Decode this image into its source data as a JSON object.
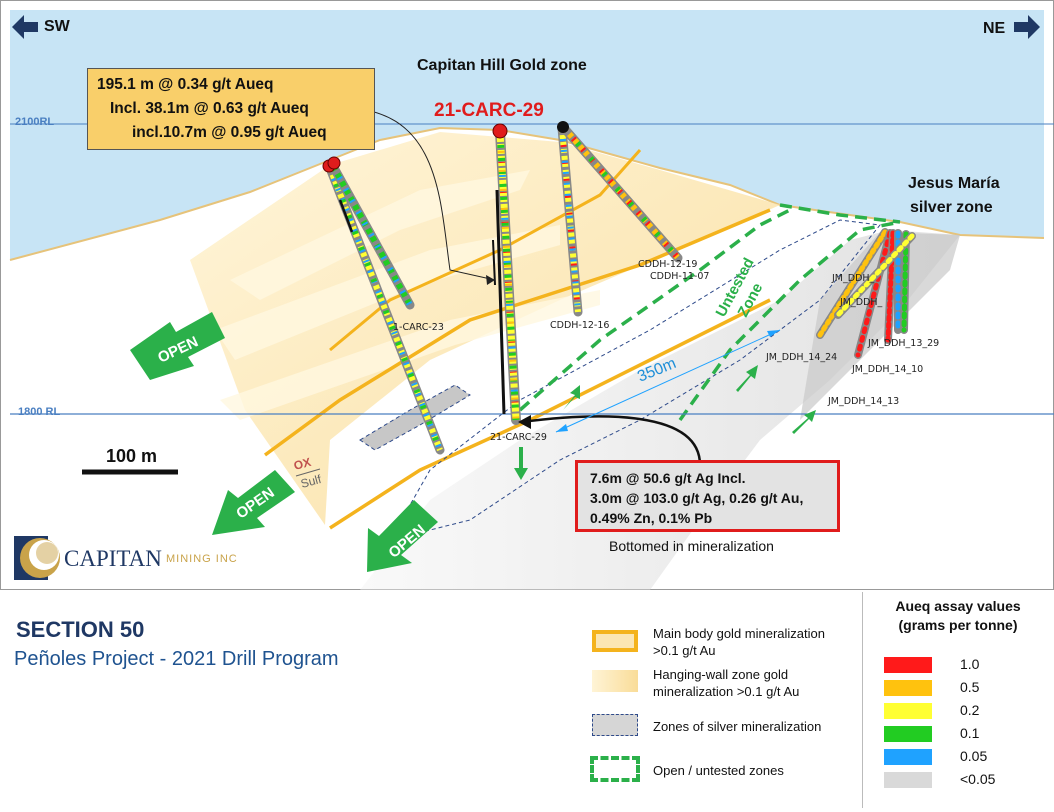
{
  "directions": {
    "left": "SW",
    "right": "NE"
  },
  "levels": {
    "upper": "2100RL",
    "lower": "1800 RL"
  },
  "zone_titles": {
    "gold": "Capitan Hill Gold zone",
    "silver_line1": "Jesus María",
    "silver_line2": "silver zone"
  },
  "highlight_hole": "21-CARC-29",
  "callout_gold": {
    "line1": "195.1 m @ 0.34 g/t Aueq",
    "line2": "Incl. 38.1m @ 0.63 g/t Aueq",
    "line3": "incl.10.7m @ 0.95 g/t Aueq"
  },
  "callout_silver": {
    "line1": "7.6m @ 50.6 g/t Ag Incl.",
    "line2": "3.0m @ 103.0 g/t Ag, 0.26 g/t Au,",
    "line3": "0.49% Zn, 0.1% Pb",
    "note": "Bottomed in mineralization"
  },
  "hole_labels": {
    "carc23": "1-CARC-23",
    "carc29": "21-CARC-29",
    "cddh1219": "CDDH-12-19",
    "cddh1107": "CDDH-11-07",
    "cddh1216": "CDDH-12-16",
    "jm1424": "JM_DDH_14_24",
    "jm1410": "JM_DDH_14_10",
    "jm1413": "JM_DDH_14_13",
    "jm13": "JM_DDH_13_29",
    "jm_a": "JM_DDH_",
    "jm_b": "JM_DDH_"
  },
  "open_labels": [
    "OPEN",
    "OPEN",
    "OPEN"
  ],
  "untested": {
    "line1": "Untested",
    "line2": "Zone"
  },
  "distance": "350m",
  "scale_bar": "100 m",
  "ox_label": "OX",
  "sulf_label": "Sulf",
  "logo": {
    "name": "CAPITAN",
    "suffix": "MINING INC"
  },
  "section": {
    "title": "SECTION 50",
    "subtitle": "Peñoles Project  -  2021 Drill Program"
  },
  "legend": [
    {
      "line1": "Main body gold mineralization",
      "line2": ">0.1 g/t Au"
    },
    {
      "line1": "Hanging-wall zone gold",
      "line2": "mineralization >0.1 g/t Au"
    },
    {
      "line1": "Zones of silver mineralization",
      "line2": ""
    },
    {
      "line1": "Open / untested zones",
      "line2": ""
    }
  ],
  "assay": {
    "title_line1": "Aueq assay values",
    "title_line2": "(grams per tonne)",
    "items": [
      {
        "label": "1.0",
        "color": "#ff1a1a"
      },
      {
        "label": "0.5",
        "color": "#ffc20e"
      },
      {
        "label": "0.2",
        "color": "#ffff33"
      },
      {
        "label": "0.1",
        "color": "#22cc22"
      },
      {
        "label": "0.05",
        "color": "#1fa2ff"
      },
      {
        "label": "<0.05",
        "color": "#d9d9d9"
      }
    ]
  },
  "colors": {
    "sky": "#c7e4f5",
    "gold_main": "#f4b31d",
    "gold_hw": "#fbe6b3",
    "silver_zone": "#bfbfbf",
    "open_arrow": "#2bb04a",
    "red_callout_border": "#e01c1c"
  }
}
